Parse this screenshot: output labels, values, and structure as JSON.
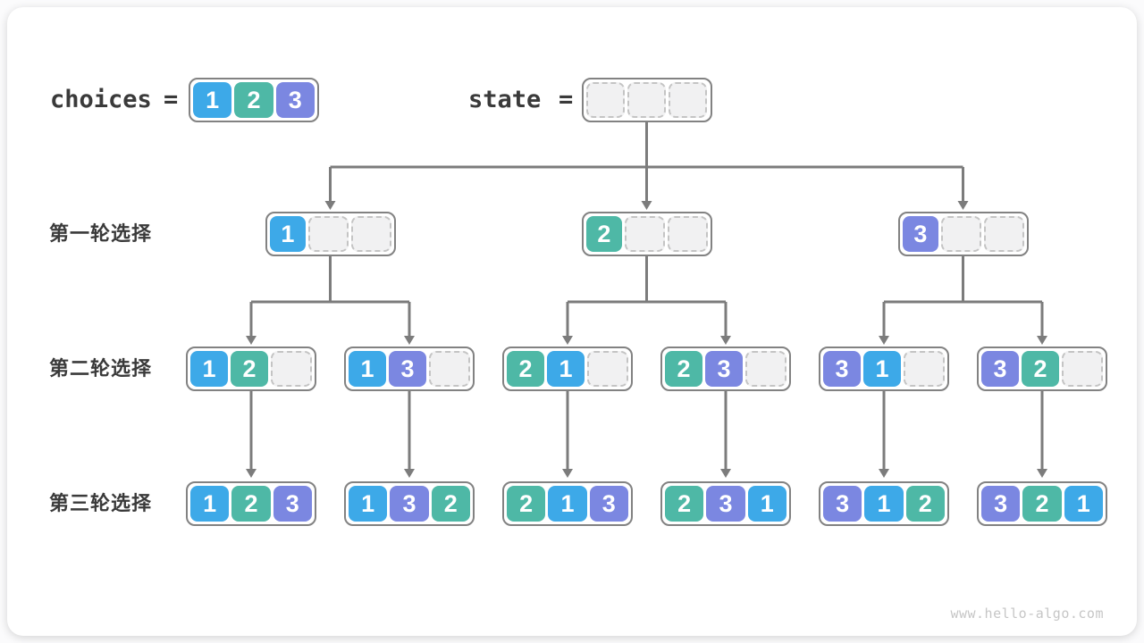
{
  "colors": {
    "1": "#3da9e8",
    "2": "#4eb8a6",
    "3": "#7b87e1",
    "connector": "#7c7c7c",
    "node_border": "#828282",
    "empty_cell": "#f1f1f2",
    "text": "#3a3a3a"
  },
  "header": {
    "choices_label": "choices",
    "choices_equals": "=",
    "choices_values": [
      "1",
      "2",
      "3"
    ],
    "state_label": "state",
    "state_equals": "=",
    "state_values": [
      null,
      null,
      null
    ]
  },
  "rows": [
    {
      "label": "第一轮选择",
      "nodes": [
        [
          "1",
          null,
          null
        ],
        [
          "2",
          null,
          null
        ],
        [
          "3",
          null,
          null
        ]
      ]
    },
    {
      "label": "第二轮选择",
      "nodes": [
        [
          "1",
          "2",
          null
        ],
        [
          "1",
          "3",
          null
        ],
        [
          "2",
          "1",
          null
        ],
        [
          "2",
          "3",
          null
        ],
        [
          "3",
          "1",
          null
        ],
        [
          "3",
          "2",
          null
        ]
      ]
    },
    {
      "label": "第三轮选择",
      "nodes": [
        [
          "1",
          "2",
          "3"
        ],
        [
          "1",
          "3",
          "2"
        ],
        [
          "2",
          "1",
          "3"
        ],
        [
          "2",
          "3",
          "1"
        ],
        [
          "3",
          "1",
          "2"
        ],
        [
          "3",
          "2",
          "1"
        ]
      ]
    }
  ],
  "watermark": "www.hello-algo.com"
}
